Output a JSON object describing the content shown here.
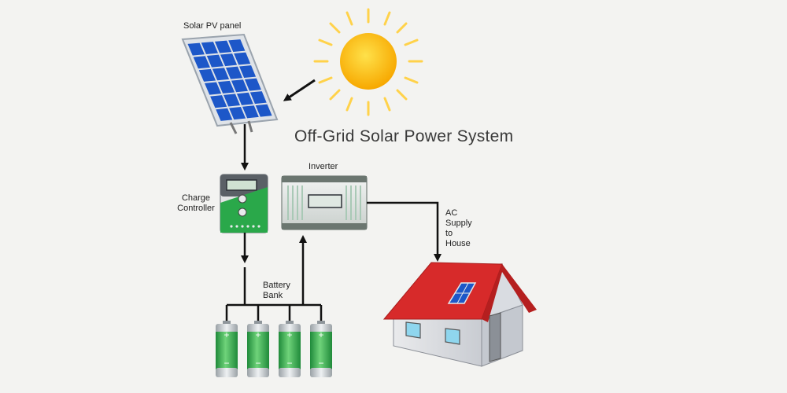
{
  "title": "Off-Grid Solar Power System",
  "labels": {
    "solar_panel": "Solar PV panel",
    "charge_controller_line1": "Charge",
    "charge_controller_line2": "Controller",
    "inverter": "Inverter",
    "battery_line1": "Battery",
    "battery_line2": "Bank",
    "ac_line1": "AC",
    "ac_line2": "Supply",
    "ac_line3": "to",
    "ac_line4": "House"
  },
  "battery_symbols": {
    "positive": "+",
    "negative": "−"
  },
  "colors": {
    "background": "#f3f3f1",
    "sun": "#ffc21a",
    "sun_rays": "#ffd24a",
    "panel_cells": "#1d57c8",
    "panel_frame": "#d9dde3",
    "controller_green": "#2aa84a",
    "battery_green": "#3fb54e",
    "roof_red": "#d72a2a",
    "wire": "#111111"
  }
}
